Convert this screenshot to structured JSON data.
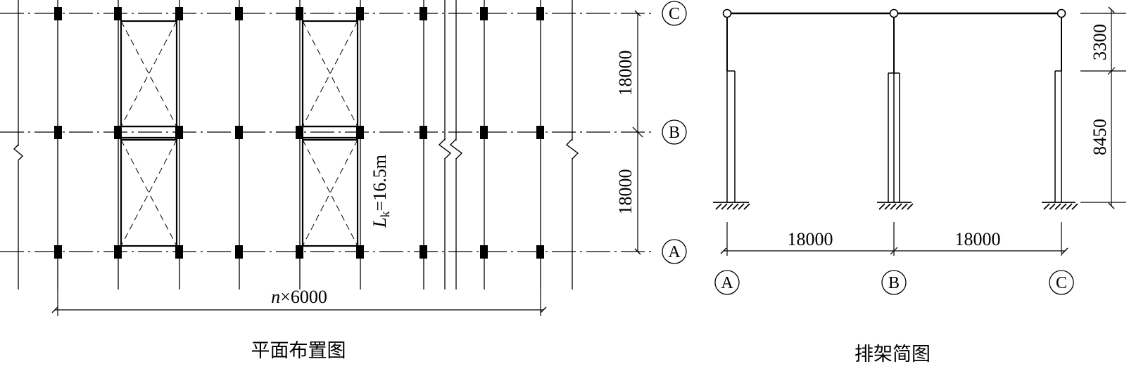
{
  "plan": {
    "caption": "平面布置图",
    "width_dim": {
      "prefix": "n",
      "text": "×6000"
    },
    "bay_dim_upper": "18000",
    "bay_dim_lower": "18000",
    "crane_span": {
      "symbol": "L",
      "sub": "k",
      "value": "=16.5m"
    },
    "axis_labels": [
      "C",
      "B",
      "A"
    ]
  },
  "frame": {
    "caption": "排架简图",
    "span_dims": [
      "18000",
      "18000"
    ],
    "height_dims": [
      "3300",
      "8450"
    ],
    "axis_labels": [
      "A",
      "B",
      "C"
    ]
  }
}
